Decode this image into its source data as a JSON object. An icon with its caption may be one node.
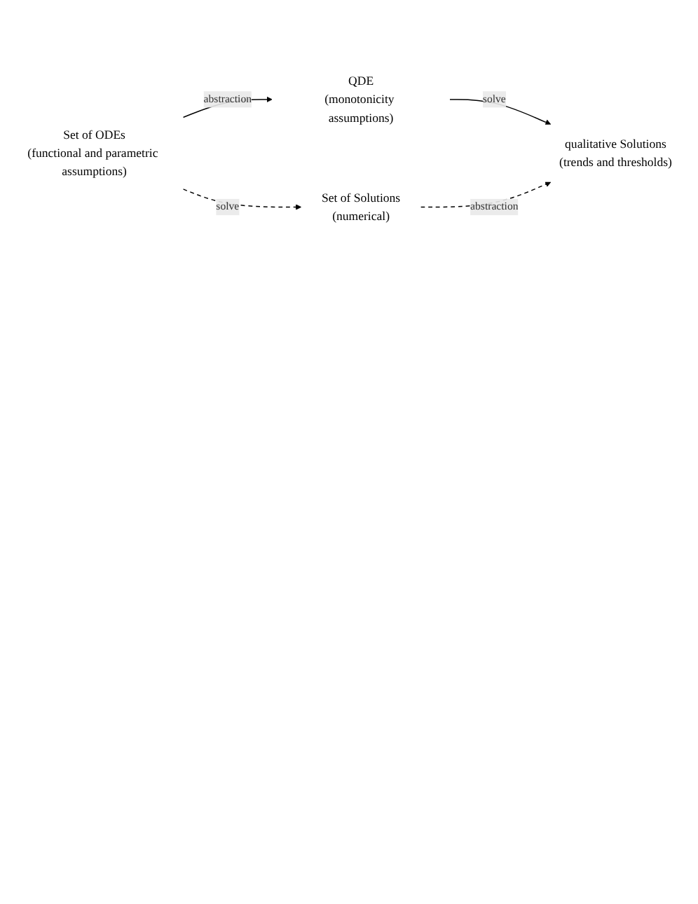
{
  "diagram": {
    "nodes": [
      {
        "text": [
          "Set of ODEs",
          "(functional and parametric assumptions)"
        ]
      },
      {
        "text": [
          "QDE",
          "(monotonicity assumptions)"
        ]
      },
      {
        "text": [
          "Set of Solutions",
          "(numerical)"
        ]
      },
      {
        "text": [
          "qualitative Solutions",
          "(trends and thresholds)"
        ]
      }
    ],
    "edges": [
      {
        "from": 0,
        "to": 1,
        "arrow": "to",
        "label": "abstraction"
      },
      {
        "from": 0,
        "to": 2,
        "arrow": "to",
        "label": "solve",
        "style": "dashed"
      },
      {
        "from": 1,
        "to": 3,
        "arrow": "to",
        "label": "solve"
      },
      {
        "from": 2,
        "to": 3,
        "arrow": "to",
        "label": "abstraction",
        "style": "dashed"
      }
    ]
  }
}
